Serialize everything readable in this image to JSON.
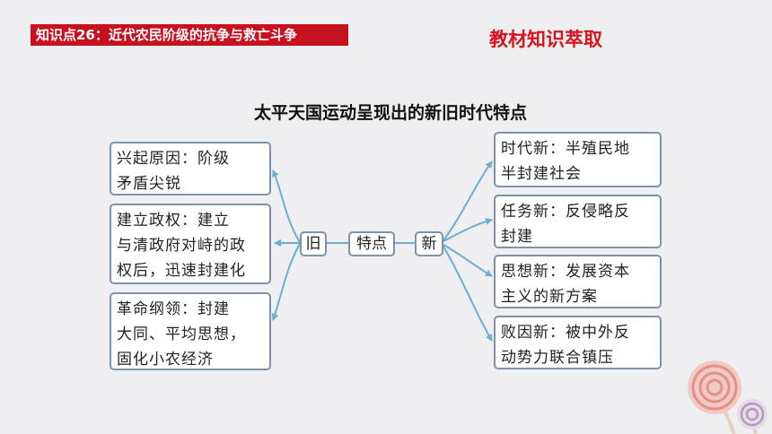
{
  "header": {
    "tag": "知识点26：近代农民阶级的抗争与救亡斗争",
    "heading": "教材知识萃取"
  },
  "diagram": {
    "title": "太平天国运动呈现出的新旧时代特点",
    "center": "特点",
    "old_label": "旧",
    "new_label": "新",
    "old_items": [
      {
        "lines": [
          "兴起原因：阶级",
          "矛盾尖锐"
        ]
      },
      {
        "lines": [
          "建立政权：建立",
          "与清政府对峙的政",
          "权后，迅速封建化"
        ]
      },
      {
        "lines": [
          "革命纲领：封建",
          "大同、平均思想，",
          "固化小农经济"
        ]
      }
    ],
    "new_items": [
      {
        "lines": [
          "时代新：半殖民地",
          "半封建社会"
        ]
      },
      {
        "lines": [
          "任务新：反侵略反",
          "封建"
        ]
      },
      {
        "lines": [
          "思想新：发展资本",
          "主义的新方案"
        ]
      },
      {
        "lines": [
          "败因新：被中外反",
          "动势力联合镇压"
        ]
      }
    ]
  },
  "colors": {
    "accent_red": "#c8111f",
    "box_border": "#7f93a6",
    "arrow": "#6aaed0"
  }
}
